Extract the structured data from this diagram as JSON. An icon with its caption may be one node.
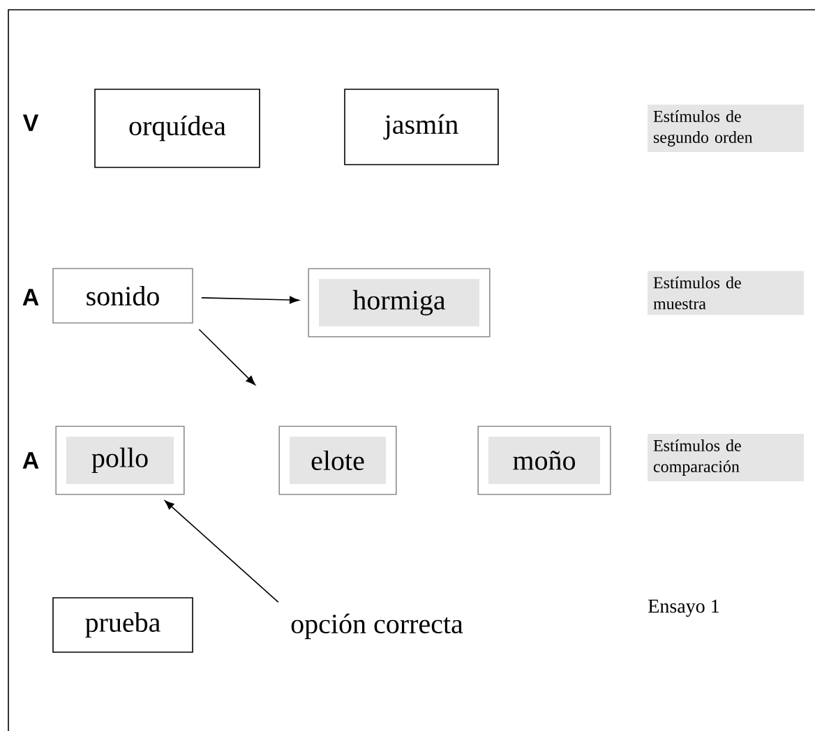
{
  "diagram": {
    "nodes": [
      {
        "text": [
          "orquídea"
        ]
      },
      {
        "text": [
          "jasmín"
        ]
      },
      {
        "text": [
          "Estímulos de segundo orden"
        ]
      },
      {
        "text": [
          "sonido"
        ]
      },
      {
        "text": [
          "hormiga"
        ]
      },
      {
        "text": [
          "Estímulos de muestra"
        ]
      },
      {
        "text": [
          "pollo"
        ]
      },
      {
        "text": [
          "elote"
        ]
      },
      {
        "text": [
          "moño"
        ]
      },
      {
        "text": [
          "Estímulos de comparación"
        ]
      },
      {
        "text": [
          "prueba"
        ]
      },
      {
        "text": [
          "opción correcta"
        ]
      }
    ],
    "edges": [
      {
        "from": 3,
        "to": 4,
        "arrow": "to"
      },
      {
        "from": 3,
        "to": null,
        "arrow": "to"
      },
      {
        "from": 11,
        "to": 6,
        "arrow": "to"
      }
    ],
    "labels": [
      "V",
      "A",
      "A",
      "Ensayo 1"
    ]
  }
}
